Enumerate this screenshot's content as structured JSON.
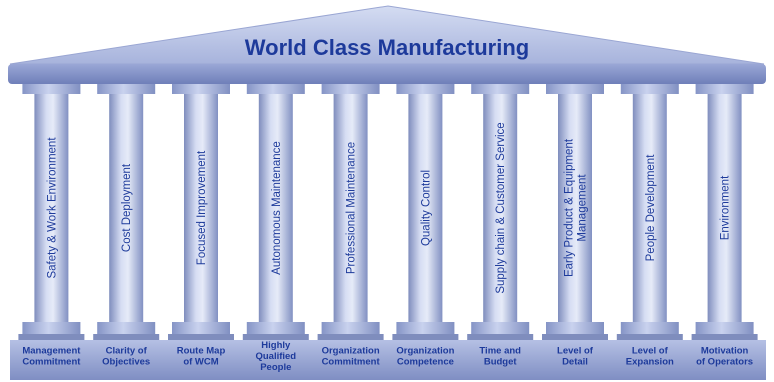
{
  "title": "World Class Manufacturing",
  "colors": {
    "roof_top": "#c9d4ee",
    "roof_bottom": "#8594c6",
    "title": "#1d3a9b",
    "pillar_mid": "#dde3f5",
    "pillar_edge": "#7f8dbd",
    "base_top": "#aab6de",
    "base_bottom": "#7c8bc0",
    "base_text": "#1d3a9b",
    "pillar_text": "#1d3a9b"
  },
  "pillars": [
    {
      "label": "Safety & Work Environment",
      "base": [
        "Management",
        "Commitment"
      ]
    },
    {
      "label": "Cost Deployment",
      "base": [
        "Clarity of",
        "Objectives"
      ]
    },
    {
      "label": "Focused Improvement",
      "base": [
        "Route Map",
        "of WCM"
      ]
    },
    {
      "label": "Autonomous Maintenance",
      "base": [
        "Highly",
        "Qualified",
        "People"
      ]
    },
    {
      "label": "Professional Maintenance",
      "base": [
        "Organization",
        "Commitment"
      ]
    },
    {
      "label": "Quality Control",
      "base": [
        "Organization",
        "Competence"
      ]
    },
    {
      "label": "Supply chain & Customer Service",
      "base": [
        "Time and",
        "Budget"
      ]
    },
    {
      "label": "Early Product & Equipment|Management",
      "base": [
        "Level of",
        "Detail"
      ]
    },
    {
      "label": "People Development",
      "base": [
        "Level of",
        "Expansion"
      ]
    },
    {
      "label": "Environment",
      "base": [
        "Motivation",
        "of Operators"
      ]
    }
  ]
}
